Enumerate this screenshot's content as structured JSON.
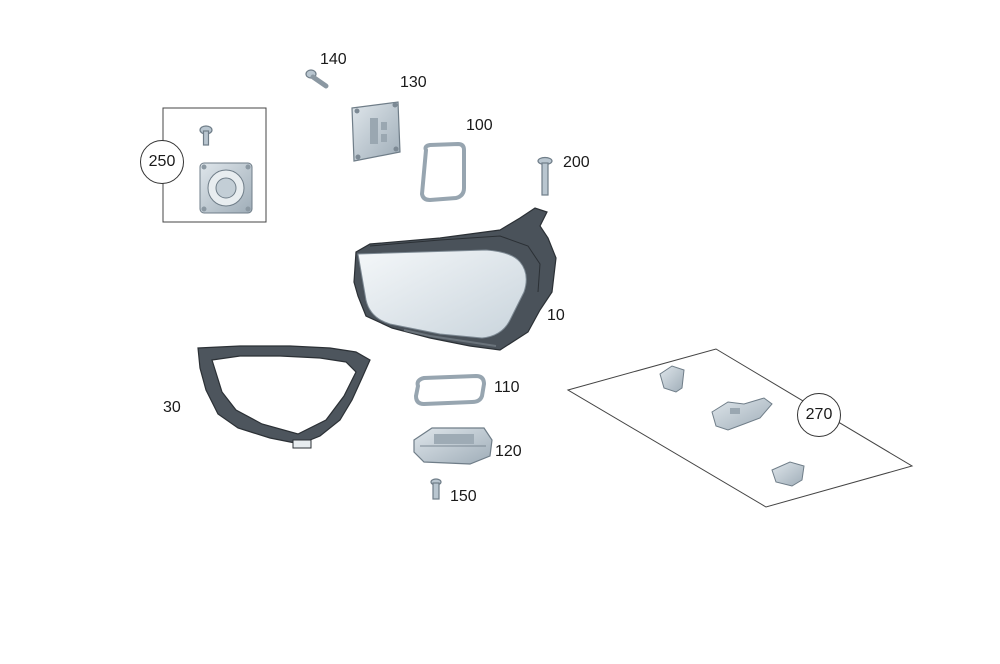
{
  "callouts": {
    "p140": "140",
    "p130": "130",
    "p100": "100",
    "p200": "200",
    "p250": "250",
    "p10": "10",
    "p30": "30",
    "p110": "110",
    "p120": "120",
    "p150": "150",
    "p270": "270"
  },
  "colors": {
    "metal": "#b9c6d0",
    "housing": "#4a525a",
    "lens": "#dbe4ea"
  }
}
